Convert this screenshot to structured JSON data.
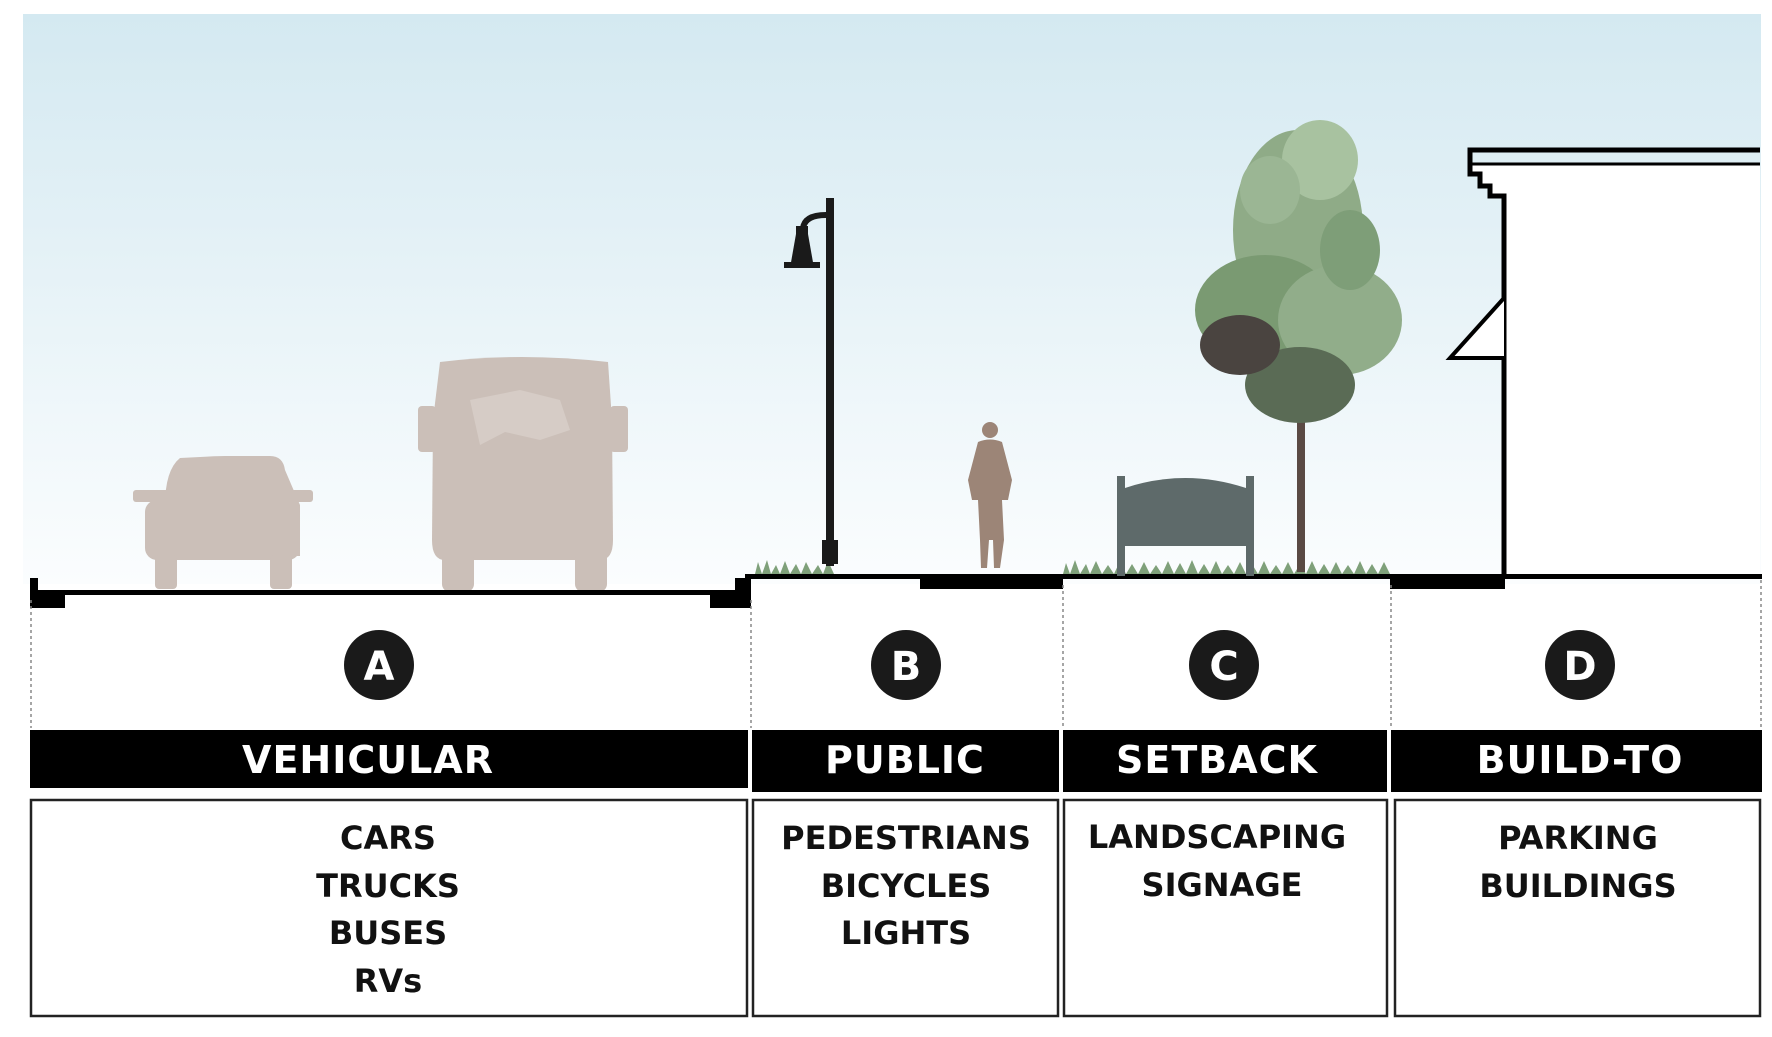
{
  "zones": [
    {
      "letter": "A",
      "label": "VEHICULAR",
      "items": [
        "CARS",
        "TRUCKS",
        "BUSES",
        "RVs"
      ]
    },
    {
      "letter": "B",
      "label": "PUBLIC",
      "items": [
        "PEDESTRIANS",
        "BICYCLES",
        "LIGHTS"
      ]
    },
    {
      "letter": "C",
      "label": "SETBACK",
      "items": [
        "LANDSCAPING",
        "SIGNAGE"
      ]
    },
    {
      "letter": "D",
      "label": "BUILD-TO",
      "items": [
        "PARKING",
        "BUILDINGS"
      ]
    }
  ],
  "colors": {
    "sky_top": "#d4e9f1",
    "sky_bottom": "#fbfdfe",
    "vehicle": "#cbbfb8",
    "pedestrian": "#9c8577",
    "sign": "#5e6a6a",
    "foliage": "#7fa07a",
    "ink": "#000000"
  },
  "icons": [
    "car-icon",
    "bus-icon",
    "street-lamp-icon",
    "pedestrian-icon",
    "sign-icon",
    "tree-icon",
    "building-icon"
  ]
}
